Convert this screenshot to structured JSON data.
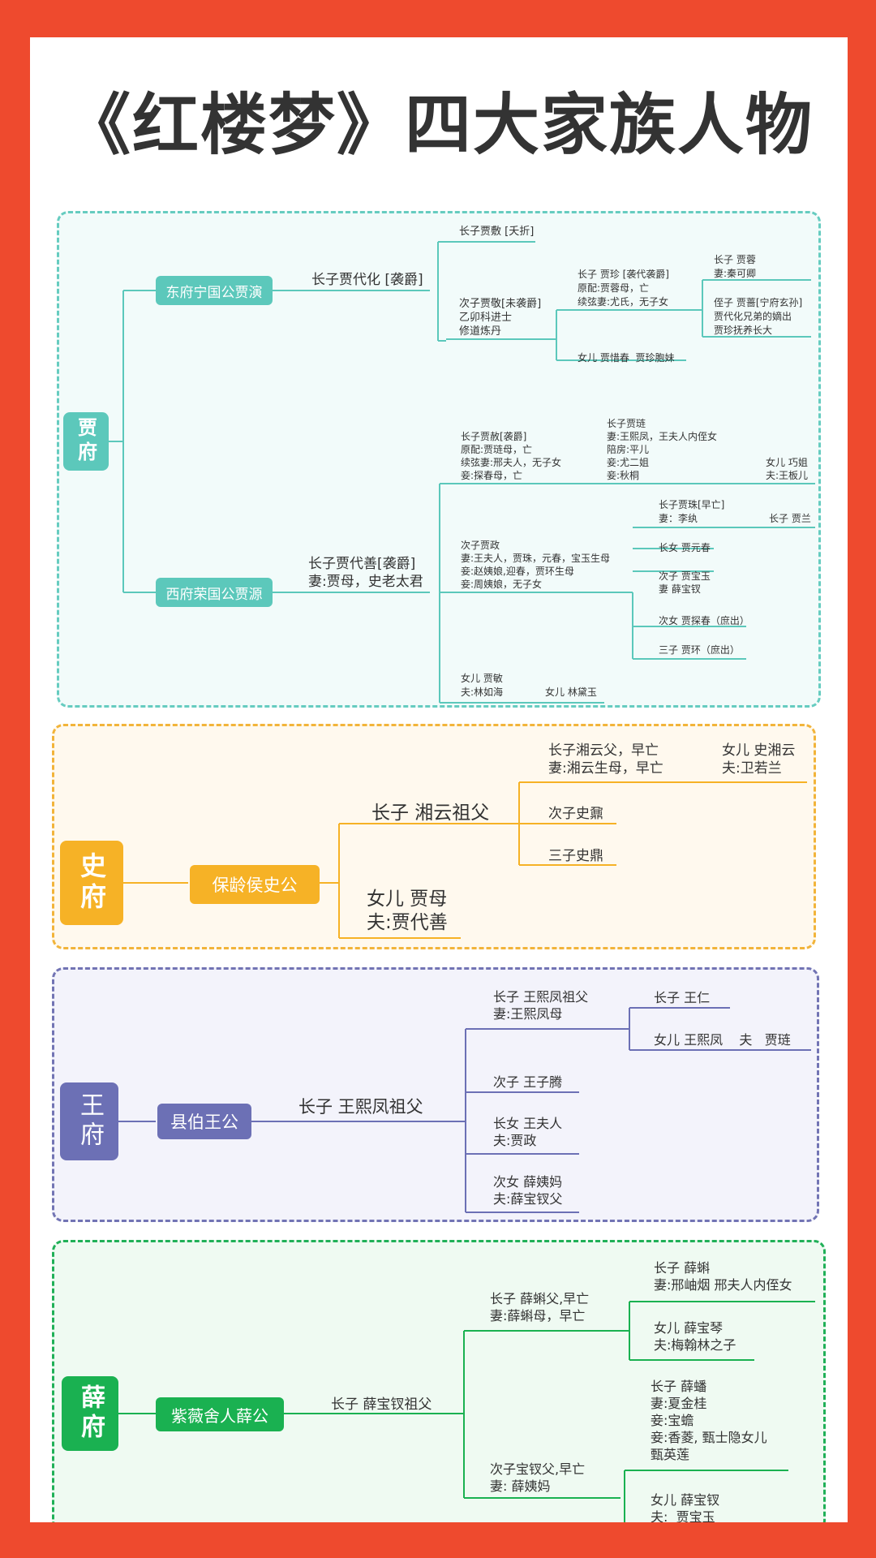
{
  "title": "《红楼梦》四大家族人物",
  "colors": {
    "bg": "#ee4a2e",
    "jia": "#5cc8bb",
    "shi": "#f6b226",
    "wang": "#6c70b5",
    "xue": "#1ab151"
  },
  "jia": {
    "root": "贾府",
    "east": "东府宁国公贾演",
    "west": "西府荣国公贾源",
    "daihua": "长子贾代化 [袭爵]",
    "fu": "长子贾敷 [夭折]",
    "jing": "次子贾敬[未袭爵]\n乙卯科进士\n修道炼丹",
    "zhen": "长子 贾珍 [袭代袭爵]\n原配:贾蓉母，亡\n续弦妻:尤氏，无子女",
    "xichun": "女儿 贾惜春  贾珍胞妹",
    "rong": "长子 贾蓉\n妻:秦可卿",
    "qiang": "侄子 贾蔷[宁府玄孙]\n贾代化兄弟的嫡出\n贾珍抚养长大",
    "daishan": "长子贾代善[袭爵]\n妻:贾母，史老太君",
    "she": "长子贾赦[袭爵]\n原配:贾琏母，亡\n续弦妻:邢夫人，无子女\n妾:探春母，亡",
    "lian": "长子贾琏\n妻:王熙凤，王夫人内侄女\n陪房:平儿\n妾:尤二姐\n妾:秋桐",
    "qiaojie": "女儿 巧姐\n夫:王板儿",
    "zheng": "次子贾政\n妻:王夫人，贾珠，元春，宝玉生母\n妾:赵姨娘,迎春，贾环生母\n妾:周姨娘，无子女",
    "zhu": "长子贾珠[早亡]\n妻：李纨",
    "lan": "长子 贾兰",
    "yuanchun": "长女 贾元春",
    "baoyu": "次子 贾宝玉\n妻 薛宝钗",
    "tanchun": "次女 贾探春（庶出）",
    "huan": "三子 贾环（庶出）",
    "min": "女儿 贾敏\n夫:林如海",
    "daiyu": "女儿 林黛玉"
  },
  "shi": {
    "root": "史府",
    "hou": "保龄侯史公",
    "grandpa": "长子 湘云祖父",
    "xyfather": "长子湘云父，早亡\n妻:湘云生母，早亡",
    "xiangyun": "女儿 史湘云\n夫:卫若兰",
    "nai": "次子史鼐",
    "ding": "三子史鼎",
    "jiamu": "女儿 贾母\n夫:贾代善"
  },
  "wang": {
    "root": "王府",
    "gong": "县伯王公",
    "grandpa": "长子 王熙凤祖父",
    "father": "长子 王熙凤祖父\n妻:王熙凤母",
    "ren": "长子 王仁",
    "xifeng": "女儿 王熙凤    夫   贾琏",
    "ziteng": "次子 王子腾",
    "furen": "长女 王夫人\n夫:贾政",
    "xueyima": "次女 薛姨妈\n夫:薛宝钗父"
  },
  "xue": {
    "root": "薛府",
    "sheren": "紫薇舍人薛公",
    "grandpa": "长子 薛宝钗祖父",
    "kefu": "长子 薛蝌父,早亡\n妻:薛蝌母，早亡",
    "ke": "长子 薛蝌\n妻:邢岫烟 邢夫人内侄女",
    "baoqin": "女儿 薛宝琴\n夫:梅翰林之子",
    "baochaifu": "次子宝钗父,早亡\n妻: 薛姨妈",
    "pan": "长子 薛蟠\n妻:夏金桂\n妾:宝蟾\n妾:香菱, 甄士隐女儿\n甄英莲",
    "baochai": "女儿 薛宝钗\n夫:  贾宝玉"
  }
}
